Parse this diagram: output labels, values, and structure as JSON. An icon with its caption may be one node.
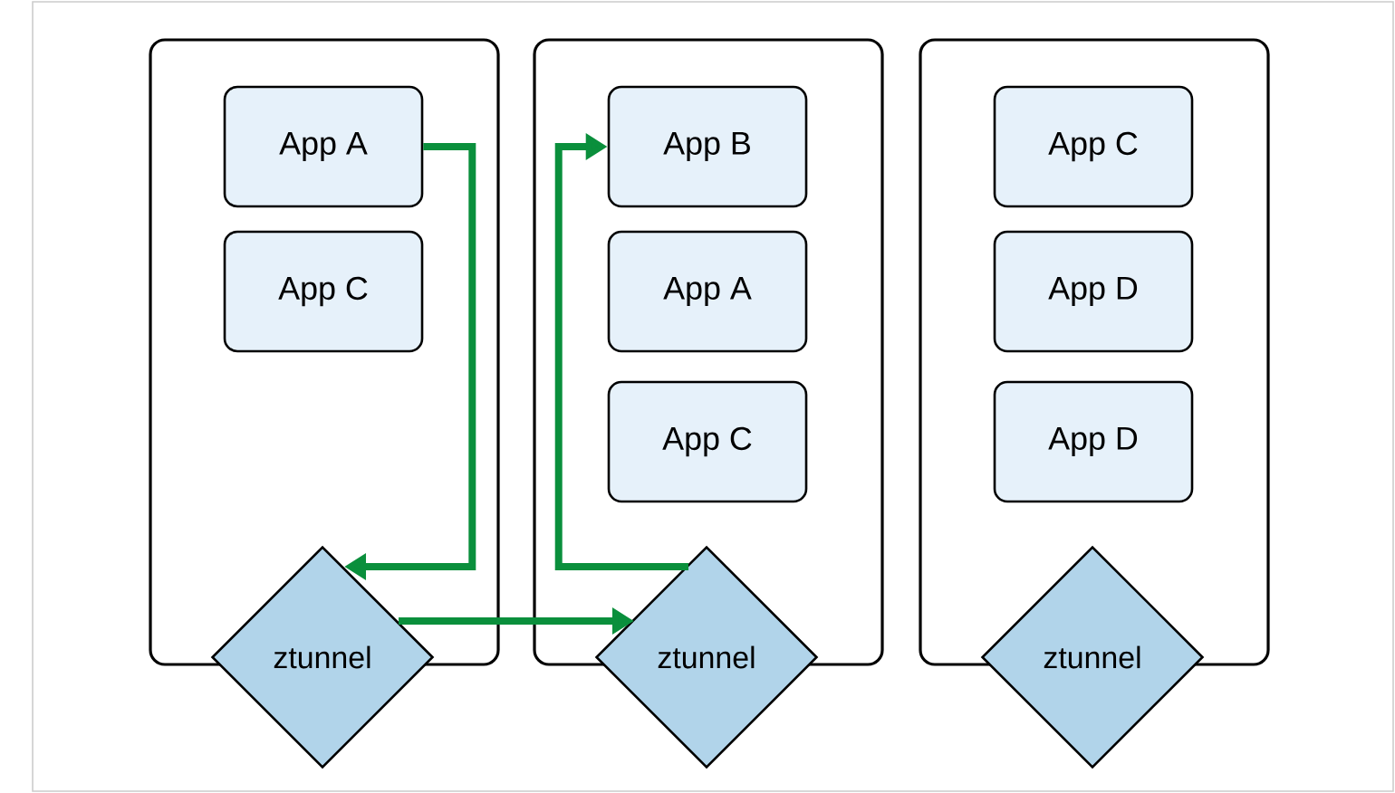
{
  "diagram": {
    "nodes": [
      {
        "text": [],
        "shape": "box"
      },
      {
        "text": [
          "App A"
        ],
        "in": 0
      },
      {
        "text": [
          "App C"
        ],
        "in": 0
      },
      {
        "text": [
          "ztunnel"
        ]
      },
      {
        "text": [],
        "shape": "box"
      },
      {
        "text": [
          "App B"
        ],
        "in": 4
      },
      {
        "text": [
          "App A"
        ],
        "in": 4
      },
      {
        "text": [
          "App C"
        ],
        "in": 4
      },
      {
        "text": [
          "ztunnel"
        ]
      },
      {
        "text": [],
        "shape": "box"
      },
      {
        "text": [
          "App C"
        ],
        "in": 9
      },
      {
        "text": [
          "App D"
        ],
        "in": 9
      },
      {
        "text": [
          "App D"
        ],
        "in": 9
      },
      {
        "text": [
          "ztunnel"
        ]
      }
    ],
    "edges": [
      {
        "from": 1,
        "to": 3,
        "arrow": "to"
      },
      {
        "from": 3,
        "to": 8,
        "arrow": "to"
      },
      {
        "from": 8,
        "to": 5,
        "arrow": "to"
      }
    ]
  }
}
